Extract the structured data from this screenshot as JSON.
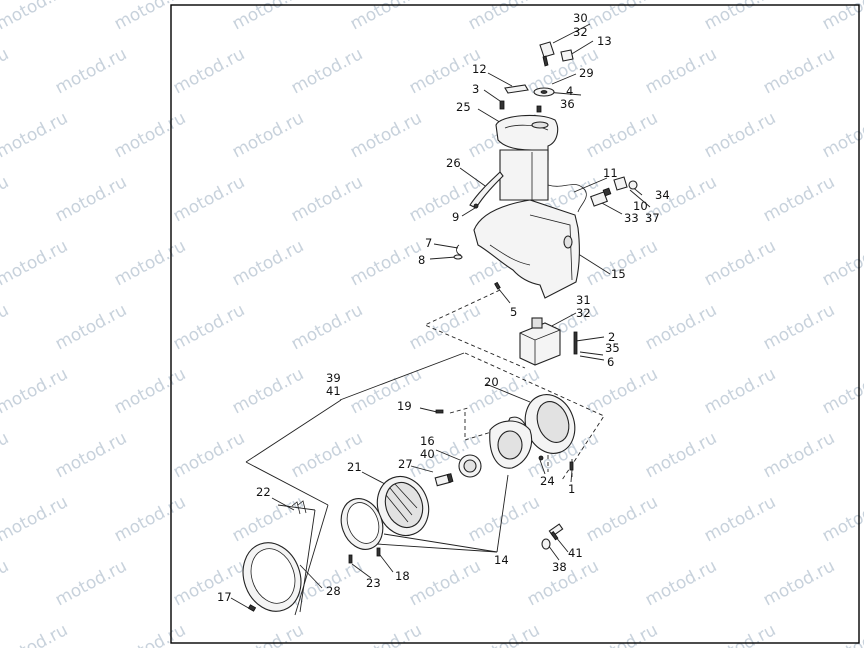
{
  "watermark": "motod.ru",
  "labels": {
    "l30": "30",
    "l32a": "32",
    "l13": "13",
    "l12": "12",
    "l29": "29",
    "l3": "3",
    "l4": "4",
    "l36": "36",
    "l25": "25",
    "l26": "26",
    "l11": "11",
    "l34": "34",
    "l10": "10",
    "l37": "37",
    "l33": "33",
    "l9": "9",
    "l7": "7",
    "l8": "8",
    "l15": "15",
    "l5": "5",
    "l31": "31",
    "l32b": "32",
    "l2": "2",
    "l35": "35",
    "l6": "6",
    "l39": "39",
    "l41a": "41",
    "l20": "20",
    "l19": "19",
    "l16": "16",
    "l40": "40",
    "l21": "21",
    "l27": "27",
    "l24": "24",
    "l1": "1",
    "l22": "22",
    "l14": "14",
    "l41b": "41",
    "l38": "38",
    "l23": "23",
    "l18": "18",
    "l28": "28",
    "l17": "17"
  }
}
